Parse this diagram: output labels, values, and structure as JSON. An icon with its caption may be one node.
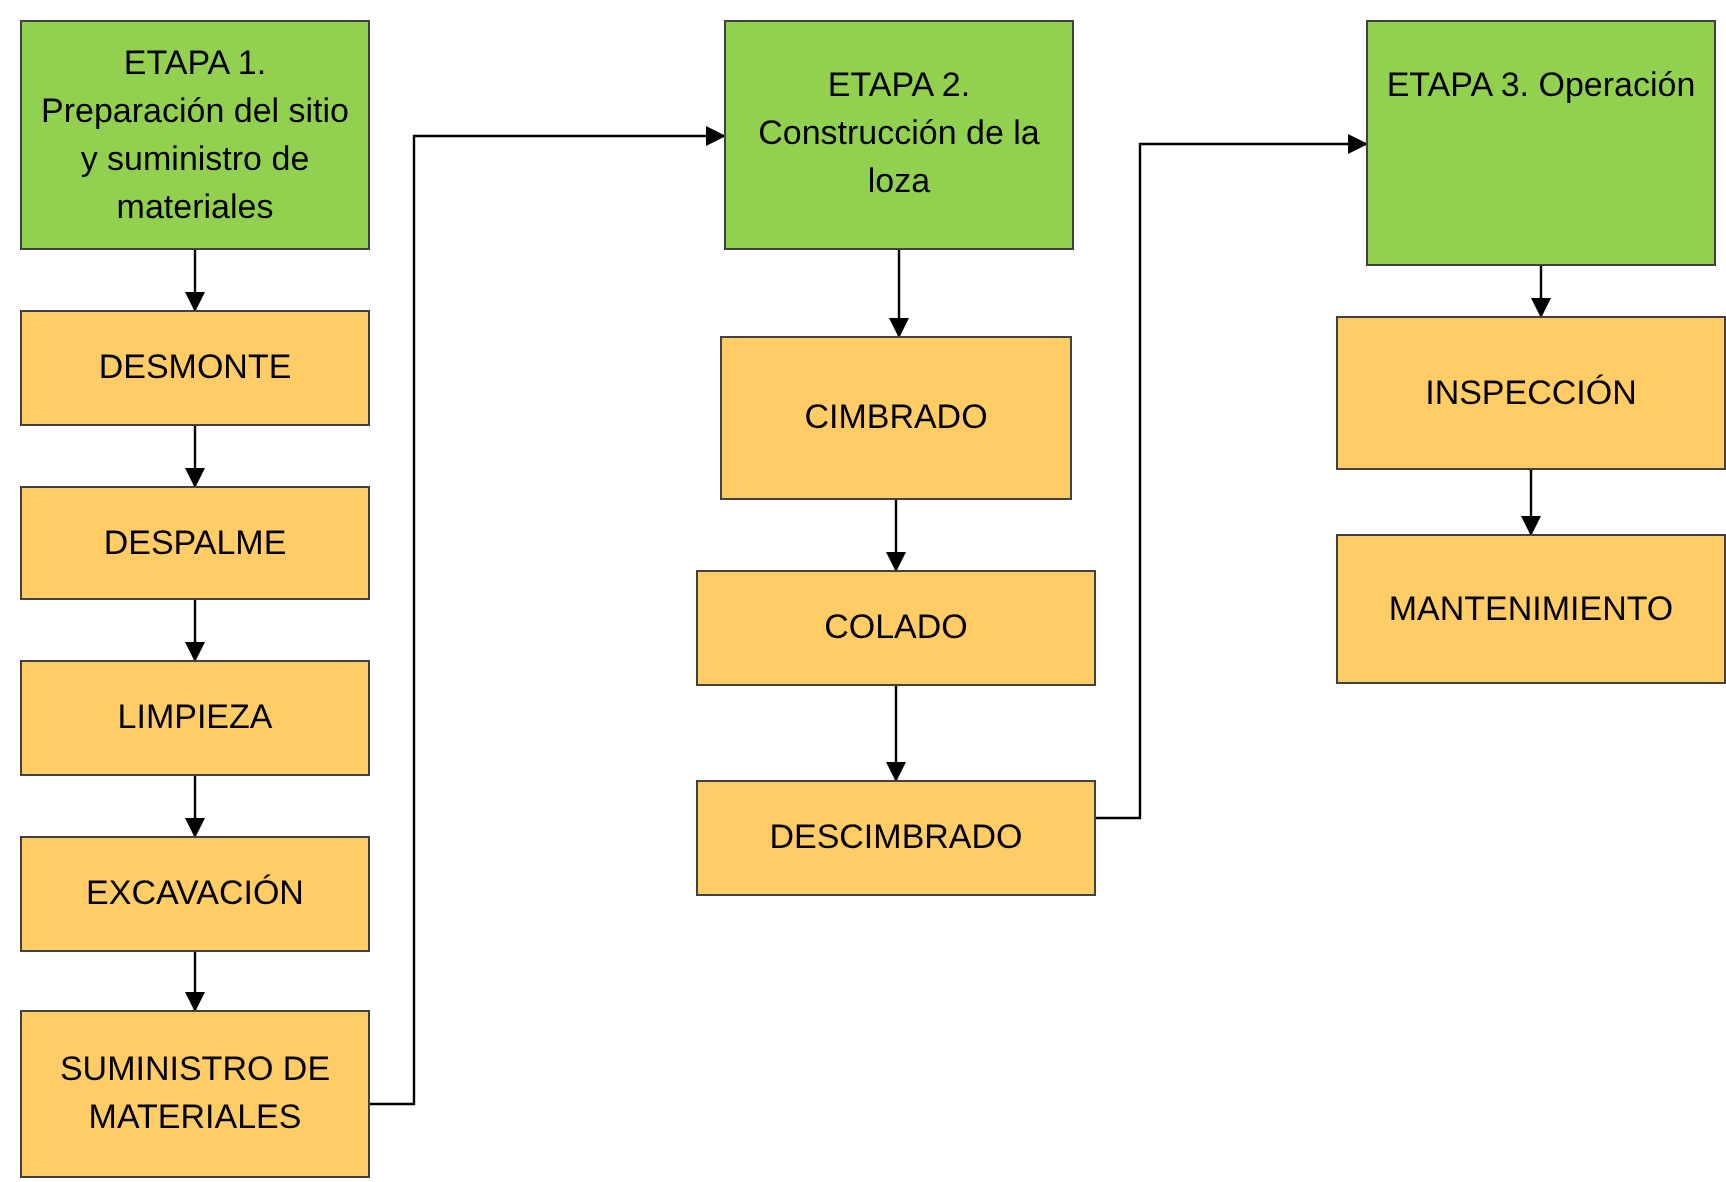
{
  "diagram": {
    "nodes": [
      {
        "text": [
          "ETAPA 1. Preparación del sitio y suministro de materiales"
        ]
      },
      {
        "text": [
          "DESMONTE"
        ]
      },
      {
        "text": [
          "DESPALME"
        ]
      },
      {
        "text": [
          "LIMPIEZA"
        ]
      },
      {
        "text": [
          "EXCAVACIÓN"
        ]
      },
      {
        "text": [
          "SUMINISTRO DE MATERIALES"
        ]
      },
      {
        "text": [
          "ETAPA 2. Construcción de la loza"
        ]
      },
      {
        "text": [
          "CIMBRADO"
        ]
      },
      {
        "text": [
          "COLADO"
        ]
      },
      {
        "text": [
          "DESCIMBRADO"
        ]
      },
      {
        "text": [
          "ETAPA 3. Operación"
        ]
      },
      {
        "text": [
          "INSPECCIÓN"
        ]
      },
      {
        "text": [
          "MANTENIMIENTO"
        ]
      }
    ],
    "edges": [
      {
        "from": 0,
        "to": 1,
        "arrow": "to"
      },
      {
        "from": 1,
        "to": 2,
        "arrow": "to"
      },
      {
        "from": 2,
        "to": 3,
        "arrow": "to"
      },
      {
        "from": 3,
        "to": 4,
        "arrow": "to"
      },
      {
        "from": 4,
        "to": 5,
        "arrow": "to"
      },
      {
        "from": 5,
        "to": 6,
        "arrow": "to"
      },
      {
        "from": 6,
        "to": 7,
        "arrow": "to"
      },
      {
        "from": 7,
        "to": 8,
        "arrow": "to"
      },
      {
        "from": 8,
        "to": 9,
        "arrow": "to"
      },
      {
        "from": 9,
        "to": 10,
        "arrow": "to"
      },
      {
        "from": 10,
        "to": 11,
        "arrow": "to"
      },
      {
        "from": 11,
        "to": 12,
        "arrow": "to"
      }
    ]
  }
}
